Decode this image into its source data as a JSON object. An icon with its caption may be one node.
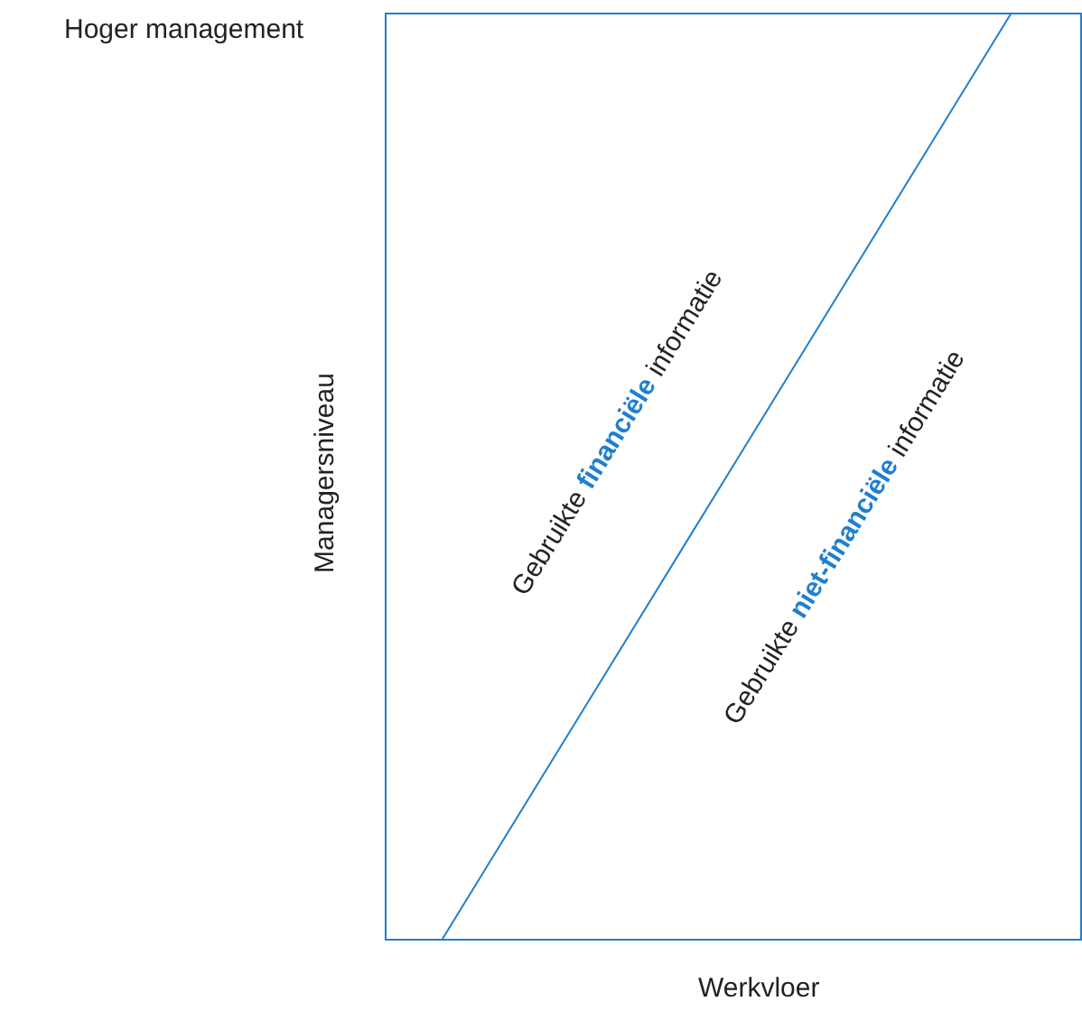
{
  "diagram": {
    "labels": [
      "Hoger management",
      "Managersniveau",
      "Werkvloer",
      "Gebruikte **financiële** informatie",
      "Gebruikte **niet-financiële** informatie"
    ]
  }
}
